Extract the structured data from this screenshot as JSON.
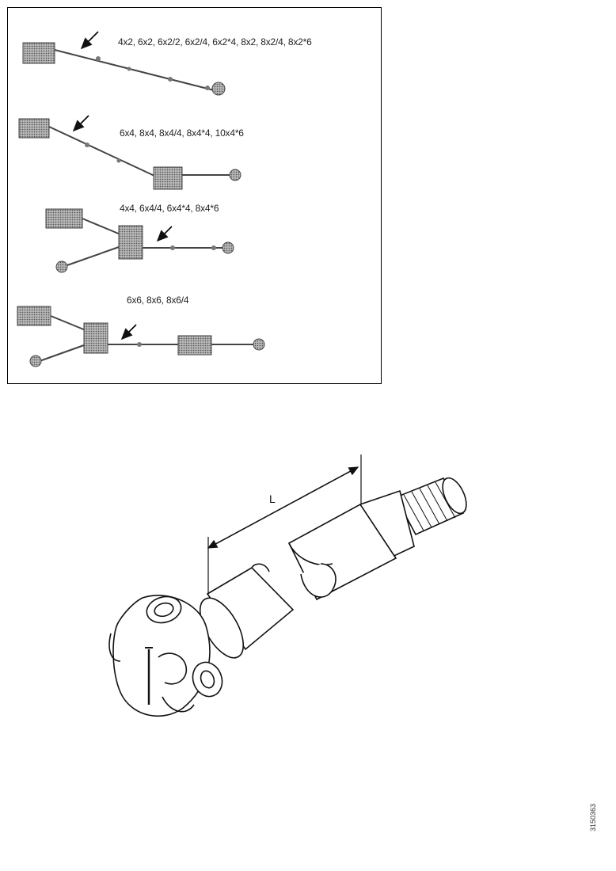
{
  "panel": {
    "configs": [
      {
        "label": "4x2, 6x2, 6x2/2, 6x2/4, 6x2*4, 8x2, 8x2/4, 8x2*6"
      },
      {
        "label": "6x4, 8x4, 8x4/4, 8x4*4, 10x4*6"
      },
      {
        "label": "4x4, 6x4/4, 6x4*4, 8x4*6"
      },
      {
        "label": "6x6, 8x6, 8x6/4"
      }
    ]
  },
  "shaft": {
    "dimension_label": "L"
  },
  "reference": "3150363"
}
